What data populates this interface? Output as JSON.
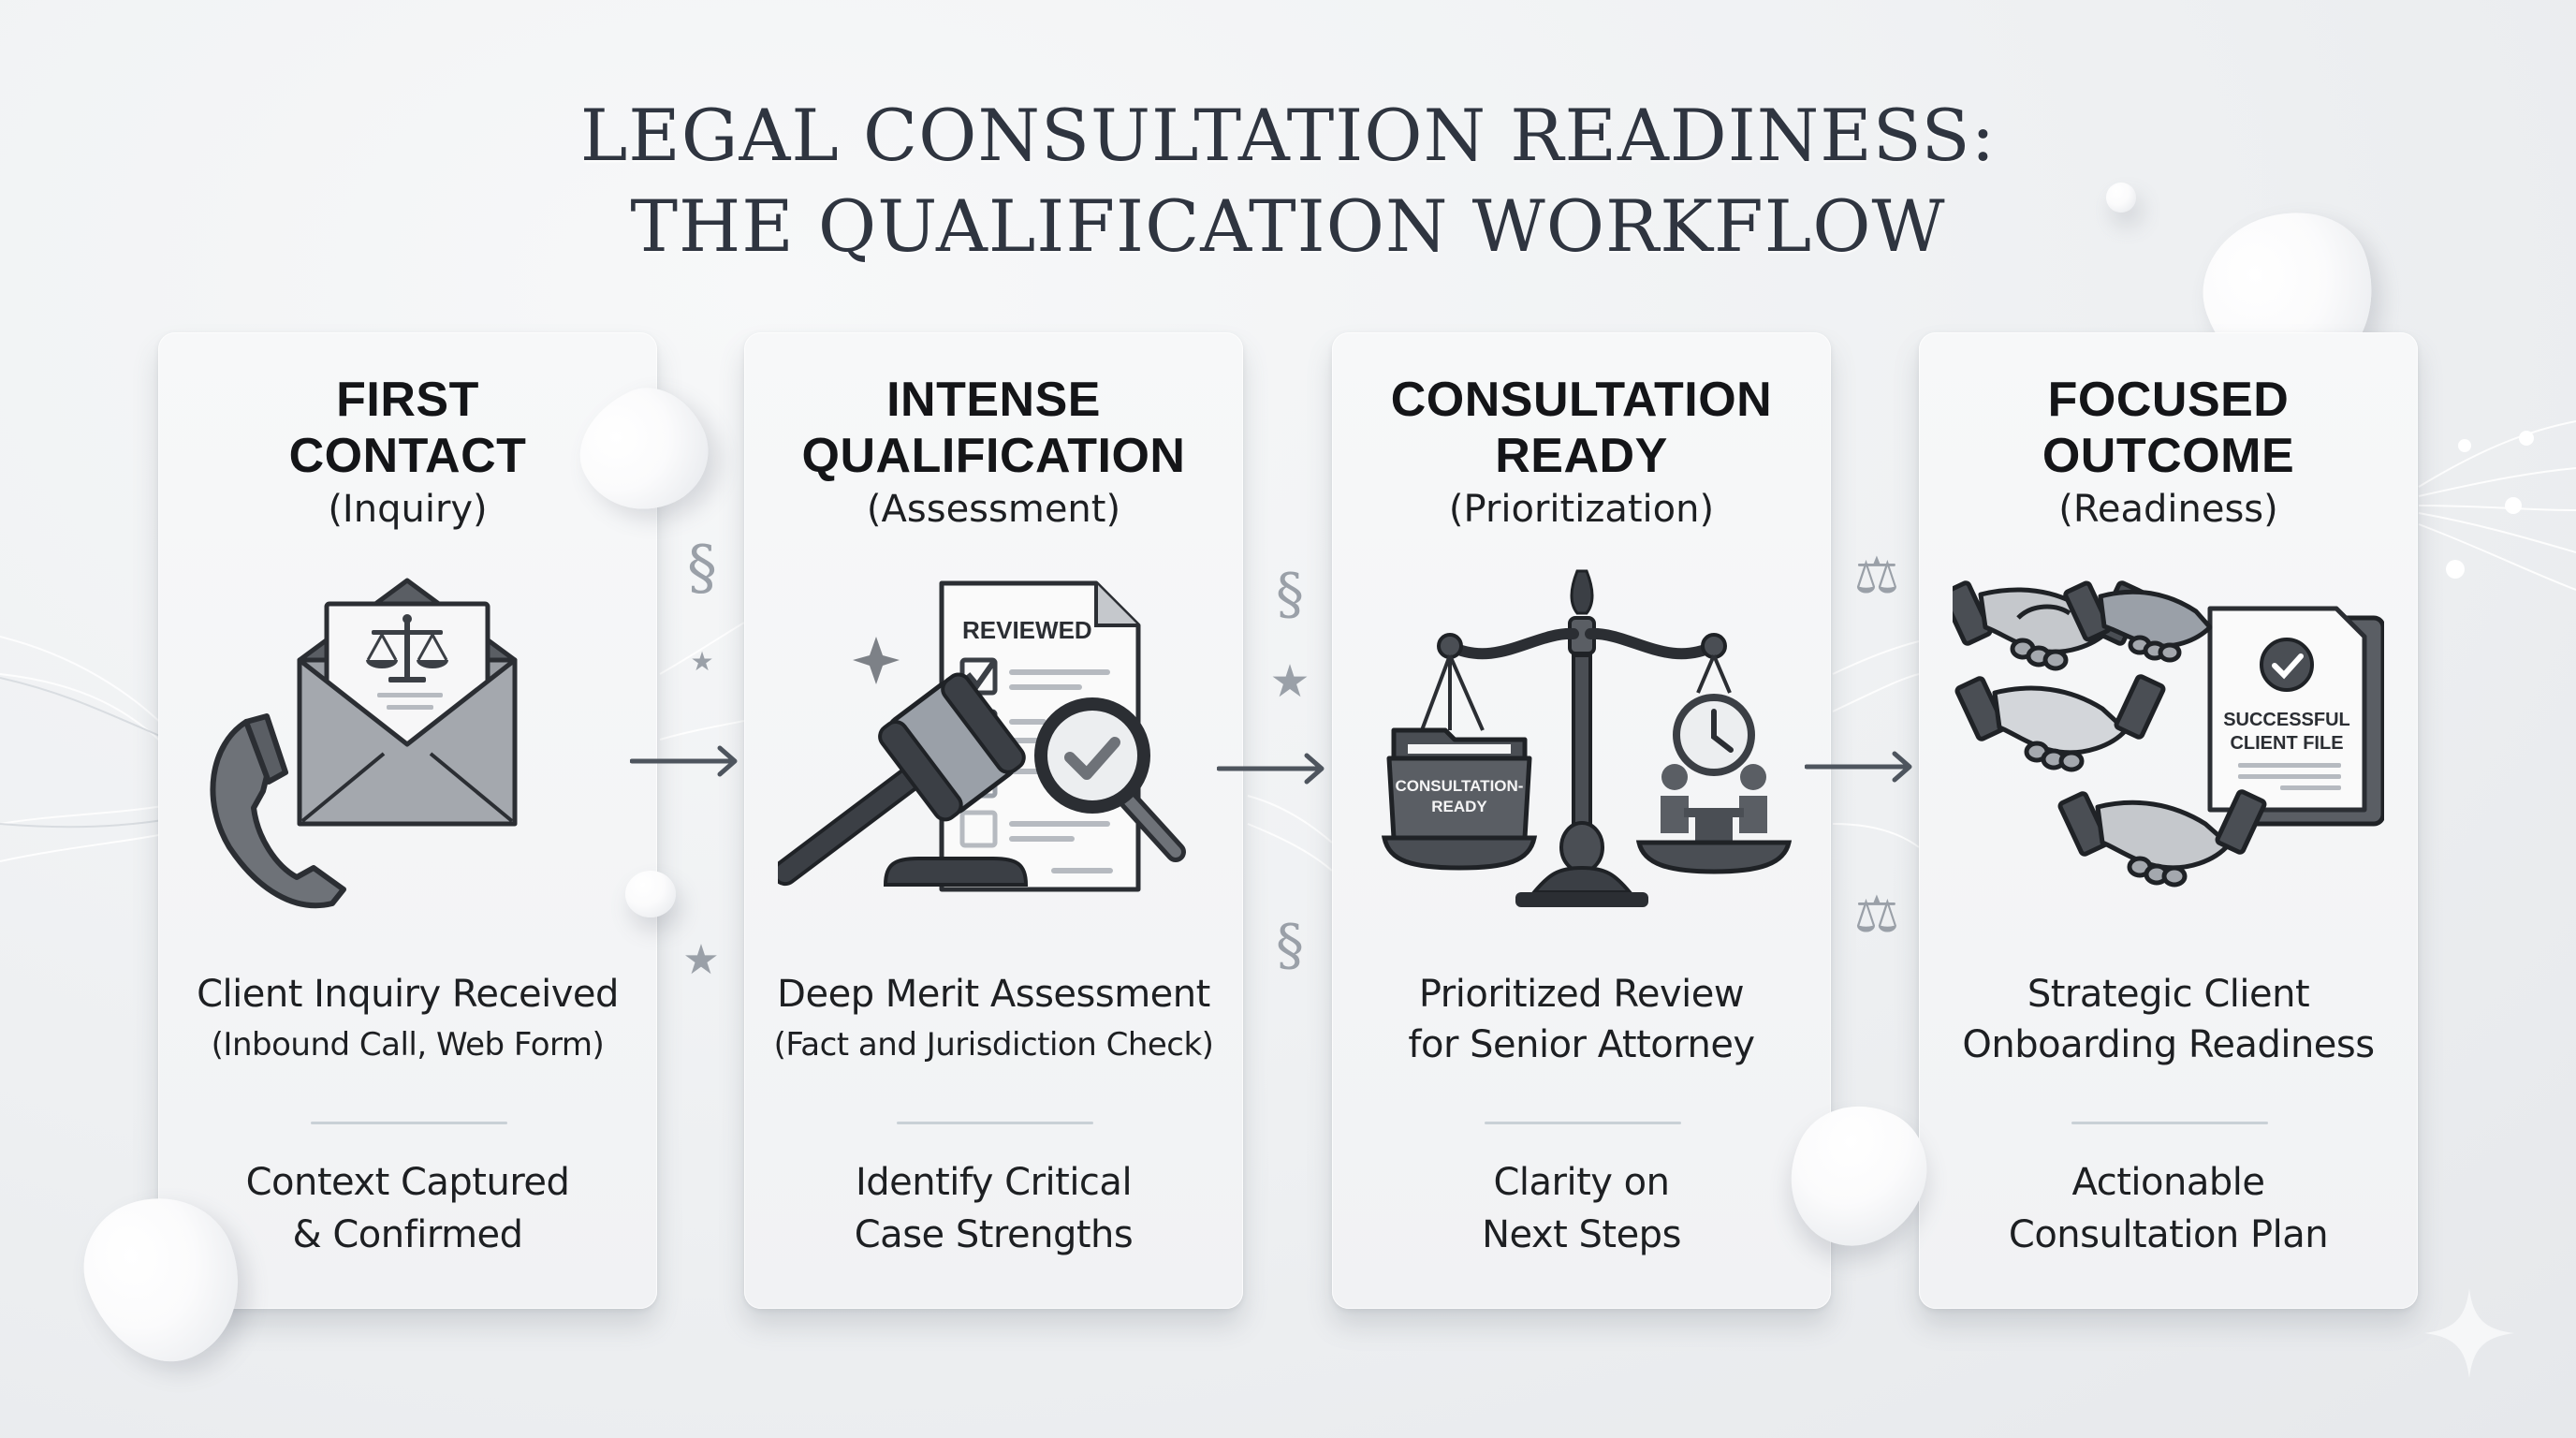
{
  "title": {
    "line1": "LEGAL CONSULTATION READINESS:",
    "line2": "THE QUALIFICATION WORKFLOW"
  },
  "colors": {
    "background": "#eef0f2",
    "card": "#f5f6f7",
    "title_text": "#2f3540",
    "heading_text": "#141518",
    "icon_dark": "#3f4349",
    "icon_mid": "#8a8e94",
    "arrow": "#4e555e",
    "divider": "#c9d0d6",
    "decor_glyph": "#9aa0a8"
  },
  "steps": [
    {
      "heading_line1": "FIRST",
      "heading_line2": "CONTACT",
      "subtitle": "(Inquiry)",
      "icon": "phone-and-envelope-with-scales-icon",
      "main_line1": "Client Inquiry Received",
      "main_line2": "(Inbound Call, Web Form)",
      "outcome_line1": "Context Captured",
      "outcome_line2": "& Confirmed"
    },
    {
      "heading_line1": "INTENSE",
      "heading_line2": "QUALIFICATION",
      "subtitle": "(Assessment)",
      "icon": "gavel-checklist-magnifier-icon",
      "icon_label": "REVIEWED",
      "main_line1": "Deep Merit Assessment",
      "main_line2": "(Fact and Jurisdiction Check)",
      "outcome_line1": "Identify Critical",
      "outcome_line2": "Case Strengths"
    },
    {
      "heading_line1": "CONSULTATION",
      "heading_line2": "READY",
      "subtitle": "(Prioritization)",
      "icon": "balance-scale-folder-clock-icon",
      "icon_label_line1": "CONSULTATION-",
      "icon_label_line2": "READY",
      "main_line1": "Prioritized Review",
      "main_line2": "for Senior Attorney",
      "outcome_line1": "Clarity on",
      "outcome_line2": "Next Steps"
    },
    {
      "heading_line1": "FOCUSED",
      "heading_line2": "OUTCOME",
      "subtitle": "(Readiness)",
      "icon": "handshakes-client-file-icon",
      "icon_label_line1": "SUCCESSFUL",
      "icon_label_line2": "CLIENT FILE",
      "main_line1": "Strategic Client",
      "main_line2": "Onboarding Readiness",
      "outcome_line1": "Actionable",
      "outcome_line2": "Consultation Plan"
    }
  ],
  "connectors": {
    "arrow_glyph": "→",
    "section_glyph": "§",
    "star_glyph": "★",
    "scales_glyph": "⚖"
  }
}
